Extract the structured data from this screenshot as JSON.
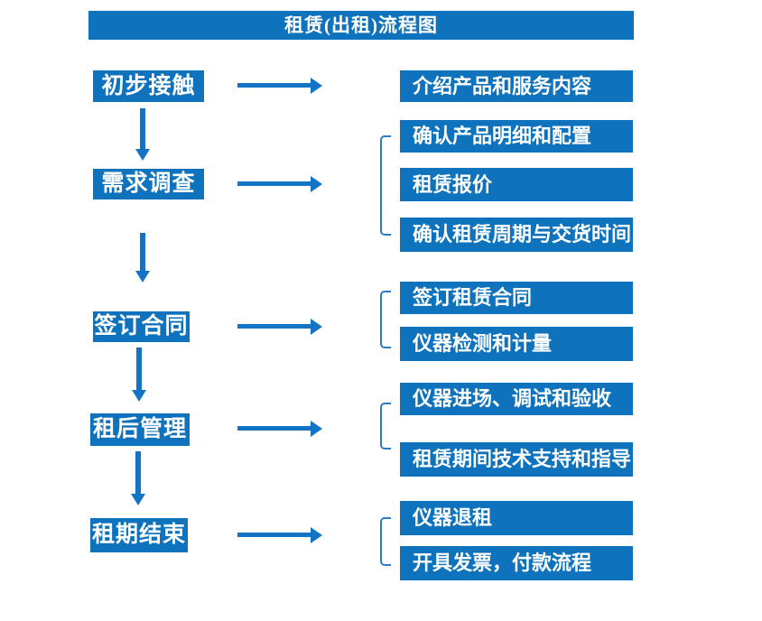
{
  "title": "租赁(出租)流程图",
  "colors": {
    "box_blue": "#0e72bc",
    "arrow_blue": "#1374c6",
    "bracket_blue": "#2b7ac6",
    "text_white": "#ffffff",
    "background": "#ffffff"
  },
  "steps": [
    {
      "label": "初步接触",
      "details": [
        "介绍产品和服务内容"
      ]
    },
    {
      "label": "需求调查",
      "details": [
        "确认产品明细和配置",
        "租赁报价",
        "确认租赁周期与交货时间"
      ]
    },
    {
      "label": "签订合同",
      "details": [
        "签订租赁合同",
        "仪器检测和计量"
      ]
    },
    {
      "label": "租后管理",
      "details": [
        "仪器进场、调试和验收",
        "租赁期间技术支持和指导"
      ]
    },
    {
      "label": "租期结束",
      "details": [
        "仪器退租",
        "开具发票，付款流程"
      ]
    }
  ]
}
